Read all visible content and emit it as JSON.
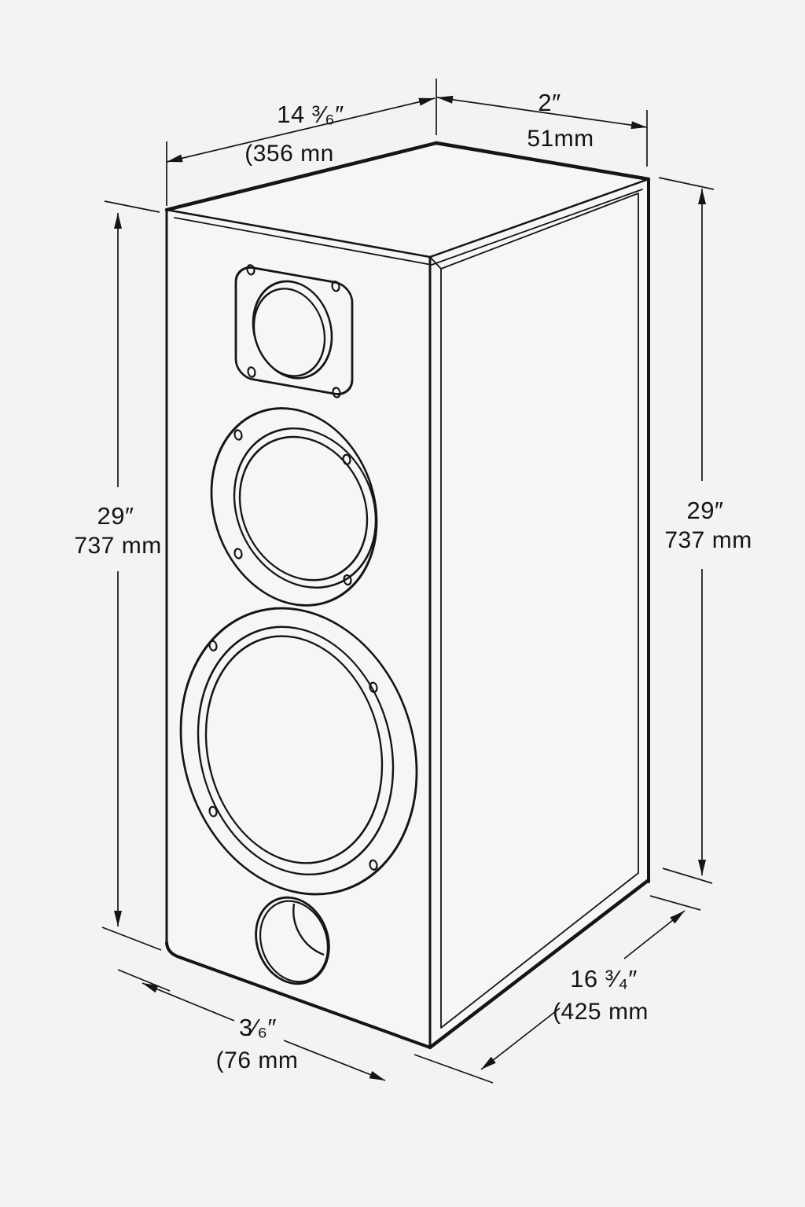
{
  "diagram": {
    "type": "technical line drawing — loudspeaker cabinet with dimension callouts, isometric view",
    "background_color": "#f3f3f1",
    "line_color": "#151515",
    "labels": {
      "top_width_in": "14 ³⁄₆″",
      "top_width_mm": "(356 mn",
      "top_depth_in": "2″",
      "top_depth_mm": "51mm",
      "left_height_in": "29″",
      "left_height_mm": "737 mm",
      "right_height_in": "29″",
      "right_height_mm": "737 mm",
      "side_depth_in": "16 ³⁄₄″",
      "side_depth_mm": "(425 mm",
      "front_bottom_in": "3⁄₆″",
      "front_bottom_mm": "(76 mm"
    },
    "parts": [
      "cabinet top face",
      "front baffle",
      "right side panel",
      "tweeter with rounded-square faceplate",
      "midrange driver",
      "woofer",
      "bass reflex port"
    ]
  }
}
